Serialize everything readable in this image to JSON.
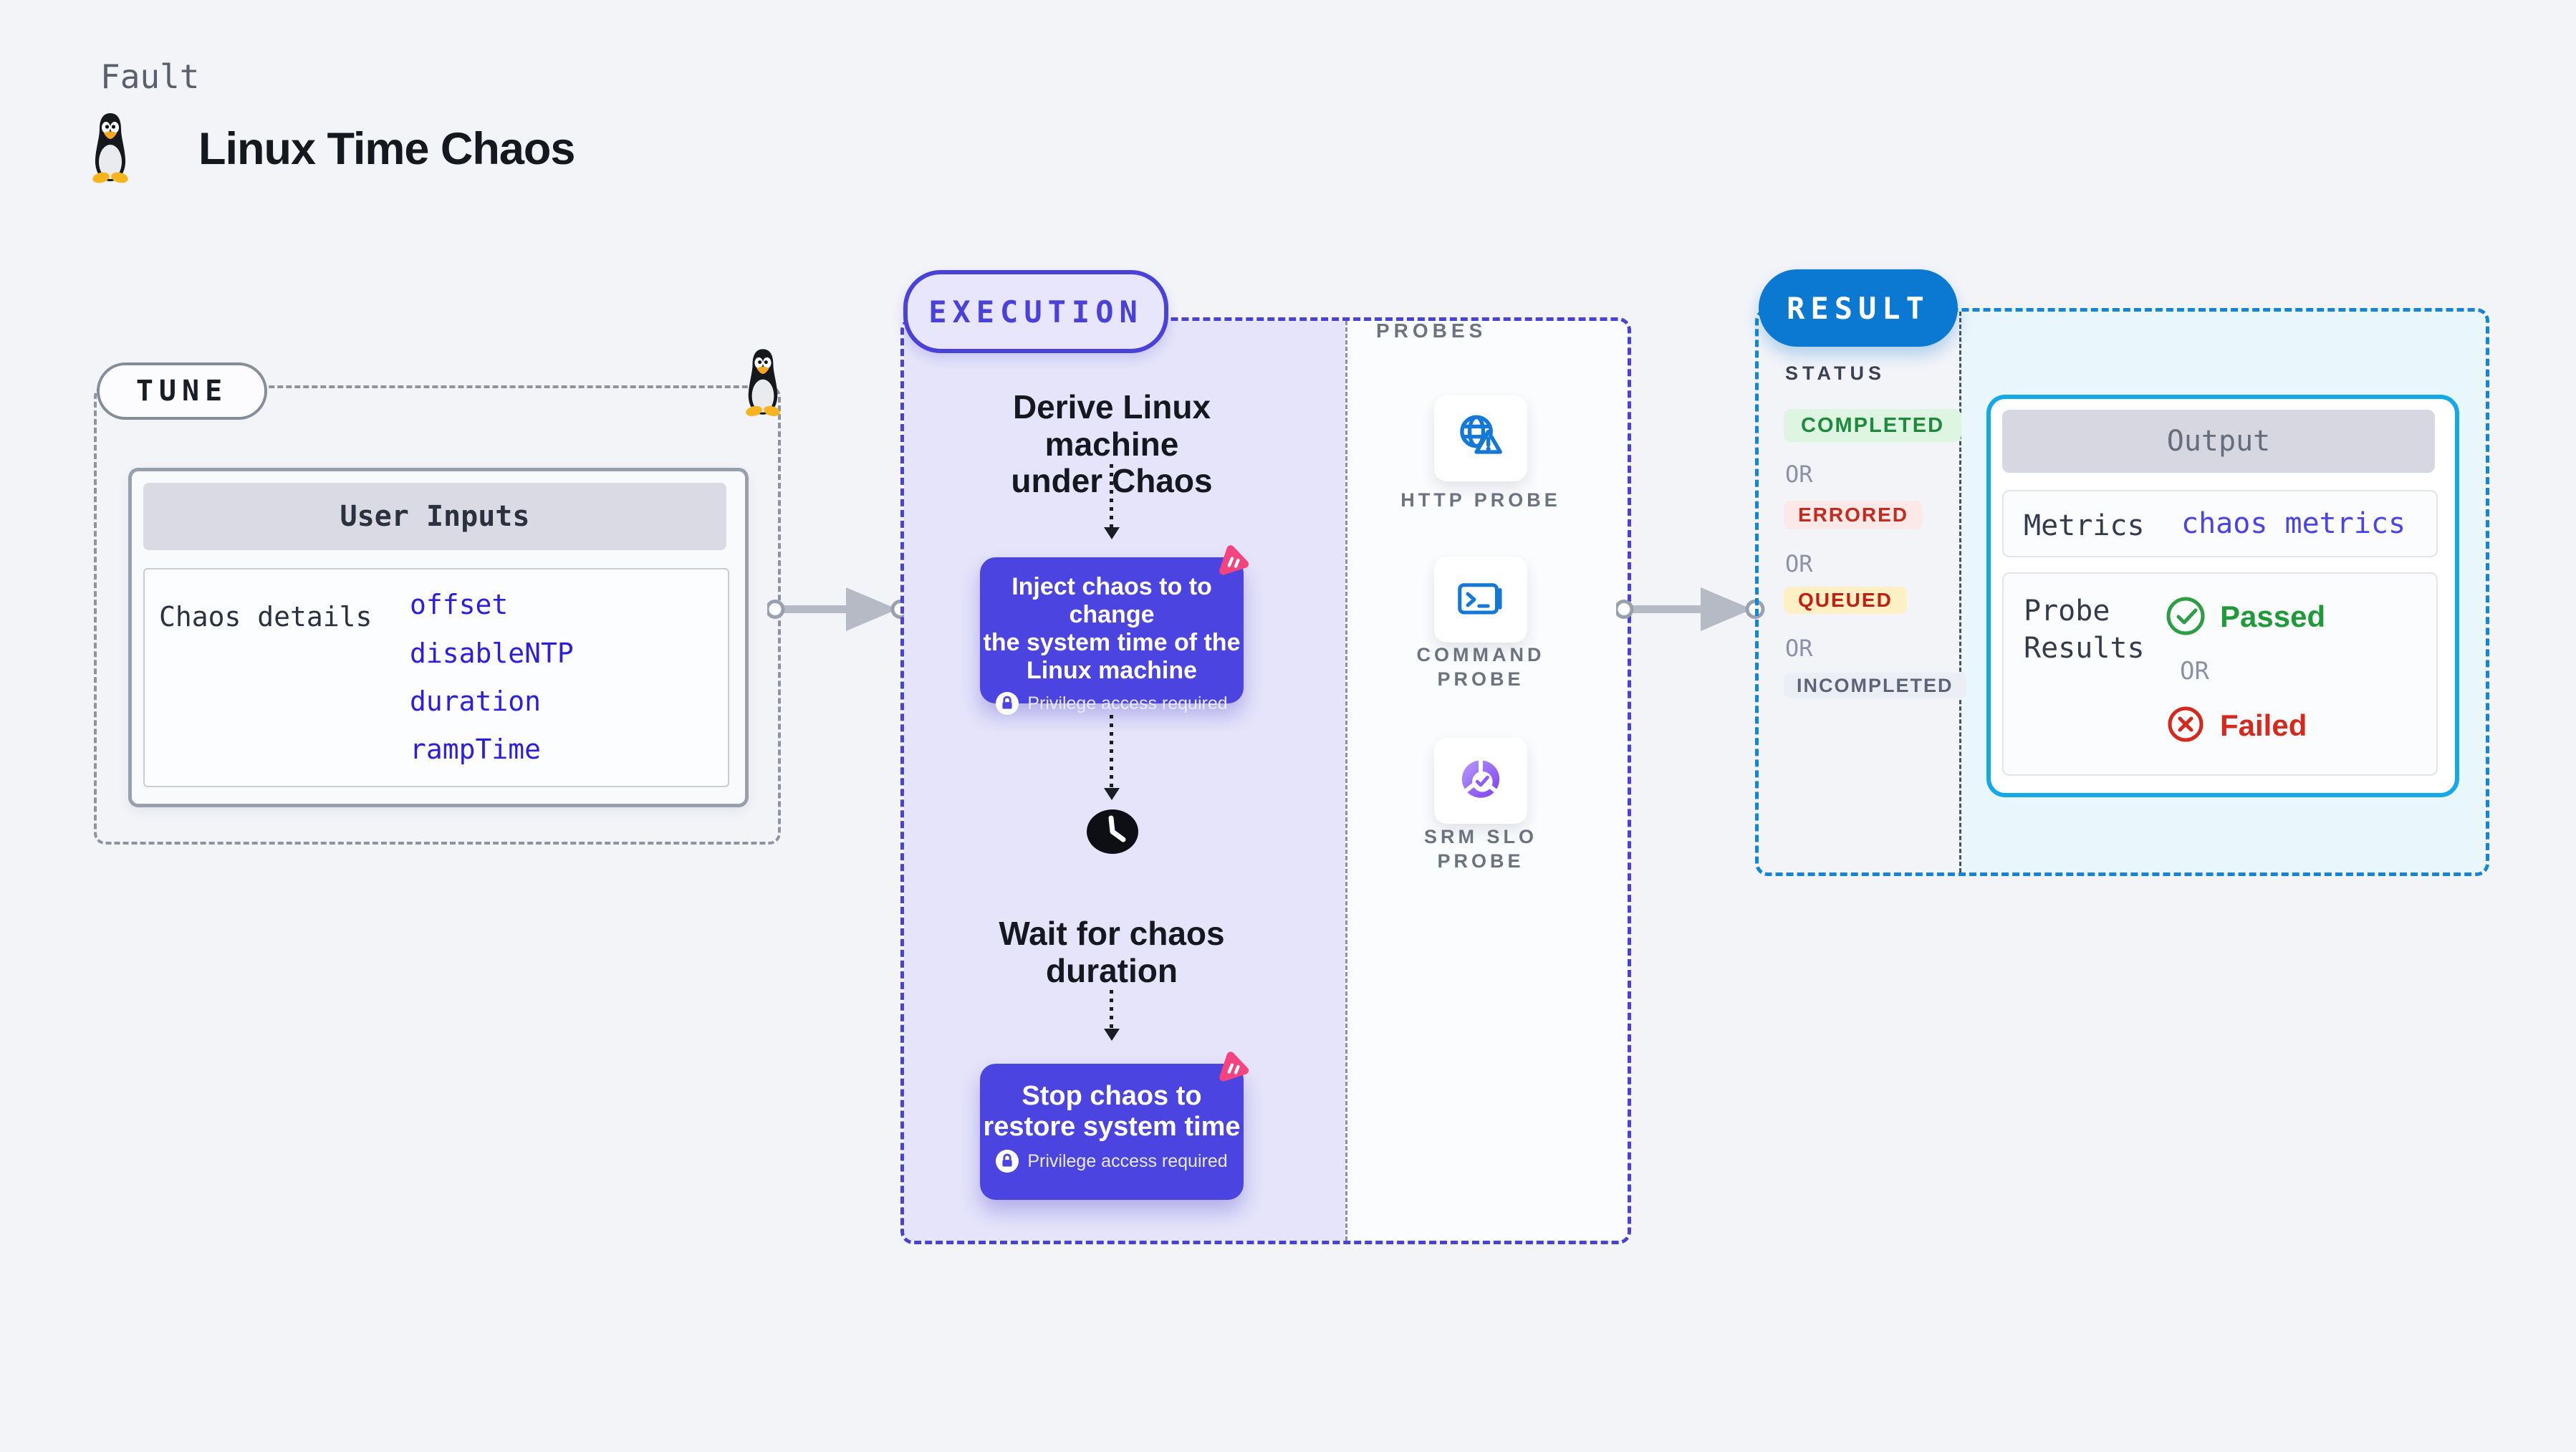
{
  "header": {
    "category": "Fault",
    "title": "Linux Time Chaos"
  },
  "tune": {
    "label": "TUNE",
    "card_title": "User Inputs",
    "row_label": "Chaos details",
    "inputs": [
      "offset",
      "disableNTP",
      "duration",
      "rampTime"
    ]
  },
  "execution": {
    "label": "EXECUTION",
    "derive_text": "Derive Linux machine\nunder Chaos",
    "inject_text": "Inject chaos to to change\nthe system time of the\nLinux machine",
    "privilege_note": "Privilege access required",
    "wait_text": "Wait for chaos\nduration",
    "stop_text": "Stop chaos to\nrestore system time"
  },
  "probes": {
    "label": "PROBES",
    "items": [
      {
        "label": "HTTP PROBE",
        "icon": "globe-alert-icon"
      },
      {
        "label": "COMMAND\nPROBE",
        "icon": "terminal-icon"
      },
      {
        "label": "SRM SLO\nPROBE",
        "icon": "slo-donut-icon"
      }
    ]
  },
  "result": {
    "label": "RESULT",
    "status_label": "STATUS",
    "or_text": "OR",
    "statuses": [
      {
        "label": "COMPLETED",
        "fg": "#1e8b3c",
        "bg": "#def5e1"
      },
      {
        "label": "ERRORED",
        "fg": "#c42b1f",
        "bg": "#fbe9e7"
      },
      {
        "label": "QUEUED",
        "fg": "#c01f12",
        "bg": "#fcf0c4"
      },
      {
        "label": "INCOMPLETED",
        "fg": "#5d6477",
        "bg": "#eceef5"
      }
    ],
    "output": {
      "title": "Output",
      "metrics_label": "Metrics",
      "metrics_value": "chaos metrics",
      "probe_results_label": "Probe Results",
      "passed_label": "Passed",
      "failed_label": "Failed"
    }
  },
  "colors": {
    "page_bg": "#f3f4f8",
    "execution_accent": "#4a41d8",
    "execution_fill": "#e5e4fa",
    "chaos_box": "#4b44e0",
    "chaos_logo_pink": "#f5437f",
    "result_accent": "#0b78d2",
    "result_dash": "#1285d9",
    "output_border": "#12a9e6",
    "output_fill": "#e9f6fc",
    "link_blue": "#2b1ee0",
    "metrics_link": "#4b43ea",
    "passed_green": "#1f9a38",
    "failed_red": "#d6281c",
    "probe_icon_blue": "#1478d8",
    "gray_dash": "#8d93a0"
  }
}
